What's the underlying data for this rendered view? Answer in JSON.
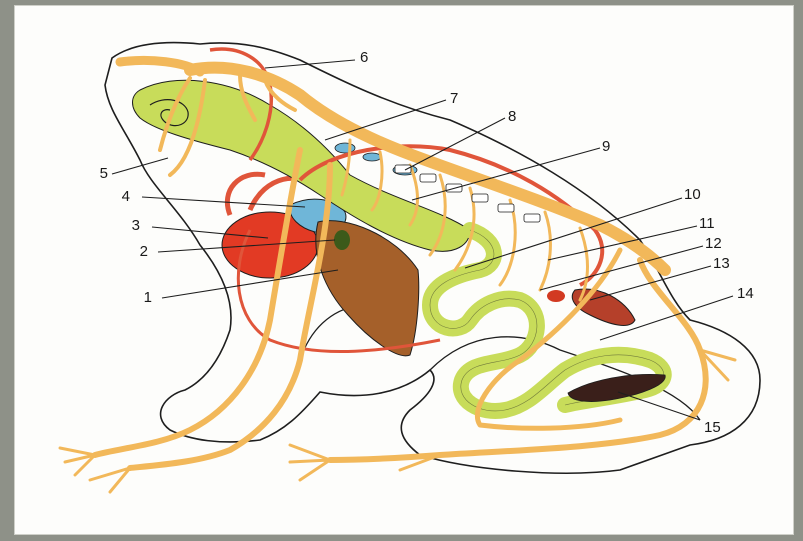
{
  "labels": [
    "1",
    "2",
    "3",
    "4",
    "5",
    "6",
    "7",
    "8",
    "9",
    "10",
    "11",
    "12",
    "13",
    "14",
    "15"
  ],
  "colors": {
    "background": "#8e9188",
    "paper": "#fdfdfb",
    "nerve": "#f2b85a",
    "gut": "#c8dc5a",
    "artery": "#e0553a",
    "heart": "#e23a24",
    "liver": "#a5602a",
    "lung_blue": "#6fb6d8",
    "kidney": "#b5402a",
    "dark_organ": "#3a1f1a",
    "outline": "#1e1e1e"
  }
}
